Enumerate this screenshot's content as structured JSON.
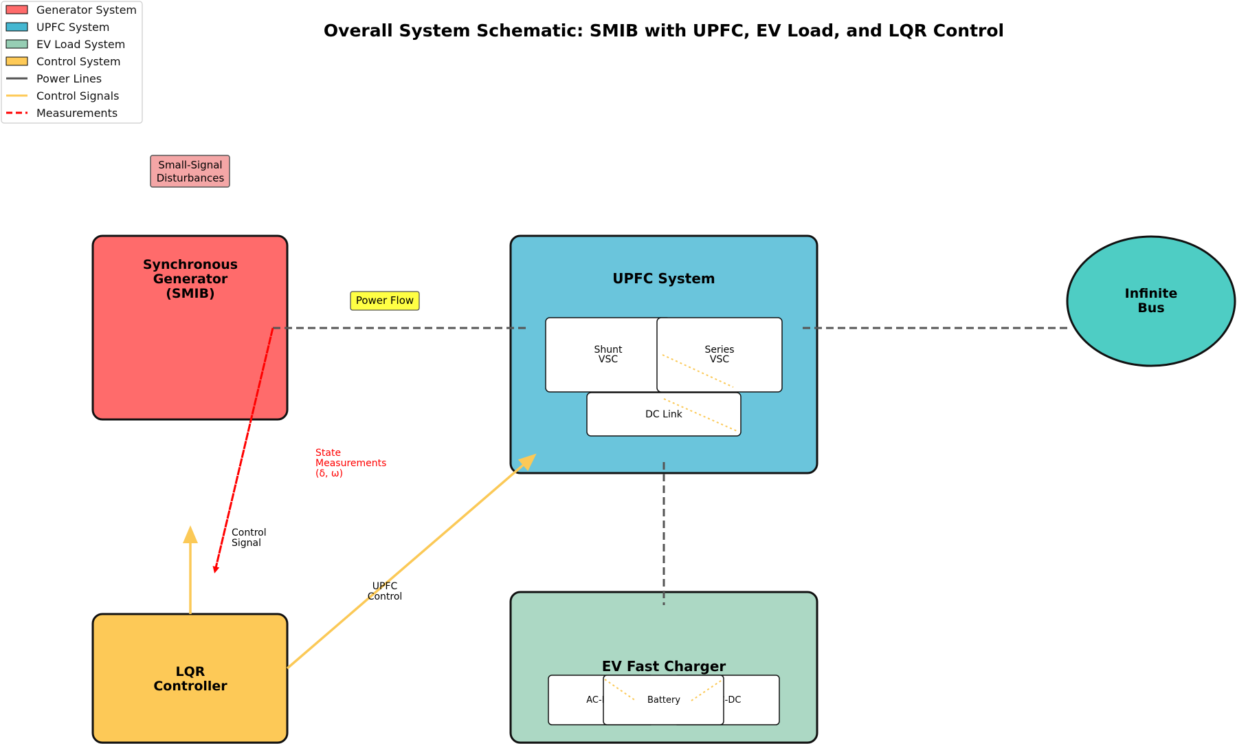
{
  "title": "Overall System Schematic: SMIB with UPFC, EV Load, and LQR Control",
  "legend": [
    {
      "label": "Generator System",
      "kind": "patch",
      "color": "#ff6b6b"
    },
    {
      "label": "UPFC System",
      "kind": "patch",
      "color": "#45b7d1"
    },
    {
      "label": "EV Load System",
      "kind": "patch",
      "color": "#96ceb4"
    },
    {
      "label": "Control System",
      "kind": "patch",
      "color": "#feca57"
    },
    {
      "label": "Power Lines",
      "kind": "line",
      "color": "#555555"
    },
    {
      "label": "Control Signals",
      "kind": "line",
      "color": "#feca57"
    },
    {
      "label": "Measurements",
      "kind": "dashed",
      "color": "#ff0000"
    }
  ],
  "nodes": {
    "generator": {
      "lines": [
        "Synchronous",
        "Generator",
        "(SMIB)"
      ],
      "color": "#ff6b6b"
    },
    "upfc": {
      "label": "UPFC System",
      "color": "#6ac5dc"
    },
    "shunt_vsc": {
      "lines": [
        "Shunt",
        "VSC"
      ]
    },
    "series_vsc": {
      "lines": [
        "Series",
        "VSC"
      ]
    },
    "dc_link": {
      "label": "DC Link"
    },
    "infinite_bus": {
      "lines": [
        "Infinite",
        "Bus"
      ],
      "color": "#4ecdc4"
    },
    "lqr": {
      "lines": [
        "LQR",
        "Controller"
      ],
      "color": "#fdc957"
    },
    "ev_charger": {
      "label": "EV Fast Charger",
      "color": "#acd8c4"
    },
    "ac_dc": {
      "label": "AC-DC"
    },
    "battery": {
      "label": "Battery"
    },
    "dc_dc": {
      "label": "DC-DC"
    }
  },
  "annotations": {
    "disturbances": [
      "Small-Signal",
      "Disturbances"
    ],
    "power_flow": "Power Flow",
    "state_measurements": [
      "State",
      "Measurements",
      "(δ, ω)"
    ],
    "control_signal": [
      "Control",
      "Signal"
    ],
    "upfc_control": [
      "UPFC",
      "Control"
    ]
  }
}
